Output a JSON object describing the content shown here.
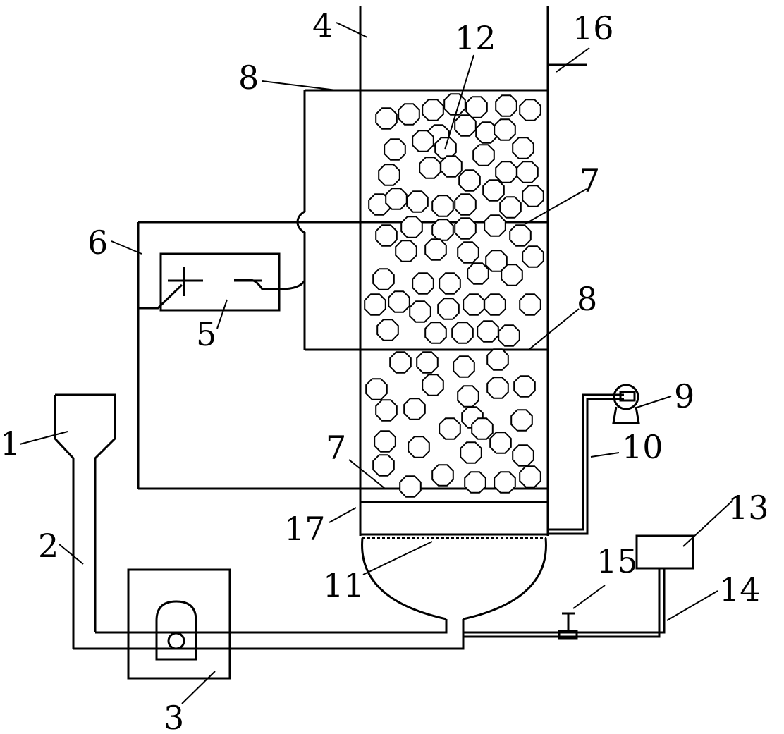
{
  "callouts": {
    "c1": "1",
    "c2": "2",
    "c3": "3",
    "c4": "4",
    "c5": "5",
    "c6": "6",
    "c7a": "7",
    "c7b": "7",
    "c8a": "8",
    "c8b": "8",
    "c9": "9",
    "c10": "10",
    "c11": "11",
    "c12": "12",
    "c13": "13",
    "c14": "14",
    "c15": "15",
    "c16": "16",
    "c17": "17"
  },
  "colors": {
    "stroke": "#000000",
    "background": "#ffffff"
  }
}
